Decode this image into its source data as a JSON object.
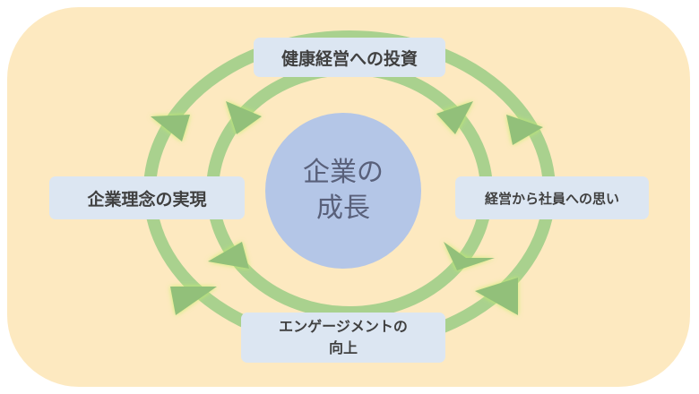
{
  "center": {
    "line1": "企業の",
    "line2": "成長"
  },
  "labels": {
    "top": "健康経営への投資",
    "right": "経営から社員への思い",
    "bottom_line1": "エンゲージメントの",
    "bottom_line2": "向上",
    "left": "企業理念の実現"
  },
  "colors": {
    "background": "#fde9c0",
    "ring": "#a9d18e",
    "arrow": "#92c07a",
    "center_circle": "#b4c6e7",
    "label_box": "#dce6f2",
    "text": "#404040"
  }
}
